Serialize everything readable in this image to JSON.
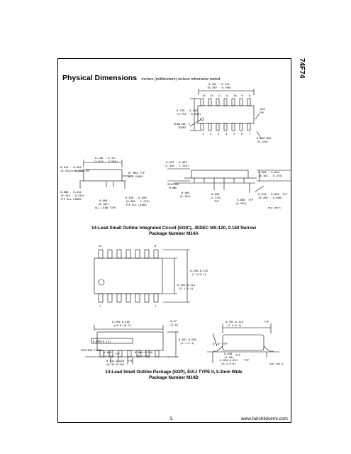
{
  "side_label": "74F74",
  "section": {
    "title": "Physical Dimensions",
    "subtitle": "inches (millimeters) unless otherwise noted"
  },
  "packages": [
    {
      "caption": "14-Lead Small Outline Integrated Circuit (SOIC), JEDEC MS-120, 0.150 Narrow",
      "package_number": "Package Number M14A",
      "dims": {
        "top_len": "0.335 - 0.344",
        "top_len_mm": "(8.509 - 8.788)",
        "body_w": "0.228 - 0.244",
        "body_w_mm": "(5.791 - 6.198)",
        "lead_no": "LEAD NO. 1",
        "ident": "IDENT",
        "angle": ".021",
        "angle_typ": "TYP",
        "max": "0.010 MAX",
        "max_mm": "(0.254)",
        "pins_top": [
          "14",
          "13",
          "12",
          "11",
          "10",
          "9",
          "8"
        ],
        "pins_bottom": [
          "1",
          "2",
          "3",
          "4",
          "5",
          "6",
          "7"
        ],
        "left_a": "0.010 - 0.020",
        "left_a_mm": "(0.254 - 0.508)",
        "left_x": "x 45°",
        "h1": "0.150 - 0.157",
        "h1_mm": "(3.810 - 3.988)",
        "typ8": "8° MAX TYP",
        "all_leads": "ALL LEADS",
        "lead_w": "0.008 - 0.010",
        "lead_w_mm": "(0.203 - 0.254)",
        "lead_typ": "TYP ALL LEADS",
        "pitch": "0.004",
        "pitch_mm": "(0.102)",
        "pitch_typ": "ALL LEAD TIPS",
        "ht": "0.016 - 0.050",
        "ht_mm": "(0.406 - 1.270)",
        "ht_typ": "TYP ALL LEADS",
        "t1": "0.053 - 0.069",
        "t1_mm": "(1.346 - 1.753)",
        "seat": "SEATING",
        "plane": "PLANE",
        "t2": "0.004",
        "t2_mm": "(0.102)",
        "t3": "0.050",
        "t3_mm": "(1.270)",
        "t3_typ": "TYP",
        "t4": "0.004 - 0.010",
        "t4_mm": "(0.102 - 0.254)",
        "t5": "0.014 - 0.020",
        "t5_typ": "TYP",
        "t5_mm": "(0.356 - 0.508)",
        "t6": "0.008",
        "t6_typ": "TYP",
        "t6_mm": "(0.203)",
        "ref": "M14A (REV H)"
      }
    },
    {
      "caption": "14-Lead Small Outline Package (SOP), EIAJ TYPE II, 5.3mm Wide",
      "package_number": "Package Number M14D",
      "dims": {
        "pin14": "14",
        "pin8": "8",
        "pin1": "1",
        "pin7": "7",
        "r1": "0.295-0.319",
        "r1_mm": "[7.5-8.1]",
        "r2": "0.201-0.211",
        "r2_mm": "[5.1-5.4]",
        "b1": "0.394-0.402",
        "b1_mm": "[10.0-10.2]",
        "b2": "0.07",
        "b2_mm": "[1.8]",
        "b3": "0.067-0.083",
        "b3_mm": "[1.7-2.1]",
        "b4": "0.295-0.319",
        "b4_typ": "TYP",
        "b4_mm": "[7.5-8.1]",
        "ang": "0°-8° TYP",
        "ref_box": "0.006[0.15]",
        "seat": "SEATING PLANE",
        "b5": "0.050",
        "b5_typ": "TYP",
        "b5_mm": "[1.27]",
        "b6": "0.000-0.010",
        "b6_mm": "[0-0.25]",
        "b7": "0.014-0.020",
        "b7_typ": "TYP",
        "b7_mm": "[0.35-0.50]",
        "b8": "0.048",
        "b8_typ": "TYP",
        "b8_mm": "[1.20]",
        "b9": "0.016-0.031",
        "b9_typ": "TYP",
        "b9_mm": "[0.4-0.8]",
        "ref": "M14D (REV B)"
      }
    }
  ],
  "footer": {
    "page_number": "5",
    "website": "www.fairchildsemi.com"
  }
}
